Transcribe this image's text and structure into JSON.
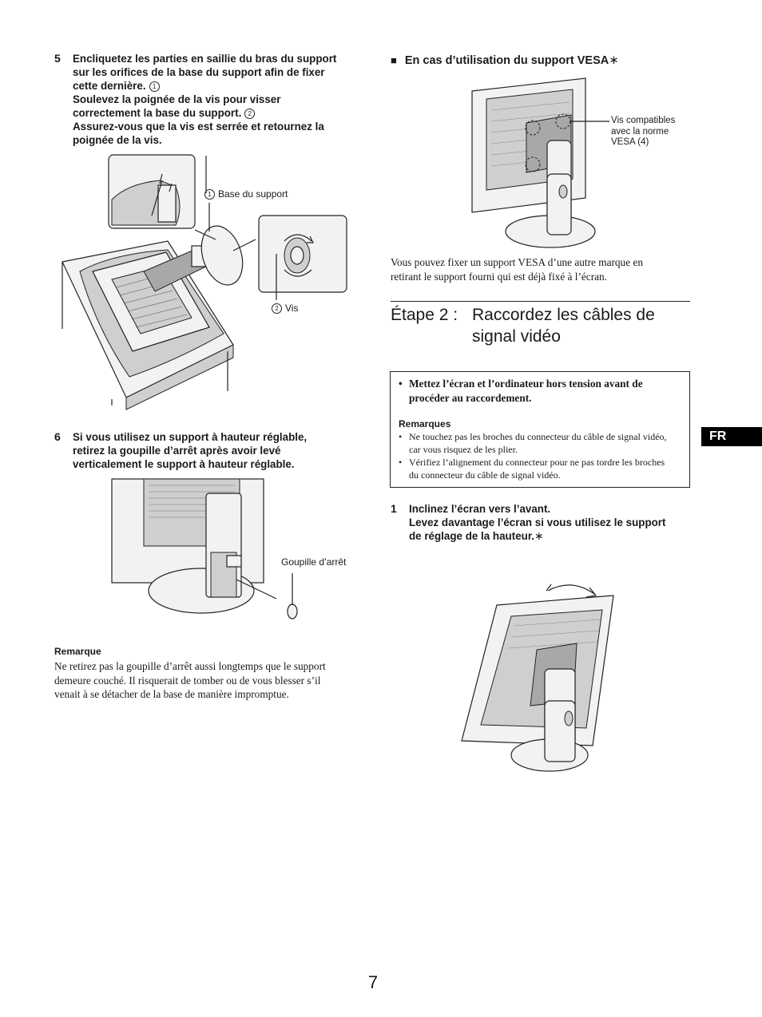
{
  "left": {
    "step5": {
      "number": "5",
      "lines": [
        "Encliquetez les parties en saillie du bras du support",
        "sur les orifices de la base du support afin de fixer",
        "cette dernière.",
        "Soulevez la poignée de la vis pour visser",
        "correctement la base du support.",
        "Assurez-vous que la vis est serrée et retournez la",
        "poignée de la vis."
      ],
      "marker1": "1",
      "marker2": "2",
      "callout_base": "Base du support",
      "callout_vis": "Vis",
      "callout_marker1": "1",
      "callout_marker2": "2"
    },
    "step6": {
      "number": "6",
      "lines": [
        "Si vous utilisez un support à hauteur réglable,",
        "retirez la goupille d’arrêt après avoir levé",
        "verticalement le support à hauteur réglable."
      ],
      "callout_pin": "Goupille d’arrêt"
    },
    "remark": {
      "title": "Remarque",
      "lines": [
        "Ne retirez pas la goupille d’arrêt aussi longtemps que le support",
        "demeure couché. Il risquerait de tomber ou de vous blesser s’il",
        "venait à se détacher de la base de manière impromptue."
      ]
    }
  },
  "right": {
    "vesa": {
      "bullet": "■",
      "heading": "En cas d’utilisation du support VESA",
      "asterisk": "∗",
      "callout_lines": [
        "Vis compatibles",
        "avec la norme",
        "VESA (4)"
      ],
      "body_lines": [
        "Vous pouvez fixer un support VESA d’une autre marque en",
        "retirant le support fourni qui est déjà fixé à l’écran."
      ]
    },
    "etape": {
      "prefix": "Étape 2 :",
      "title_line1": "Raccordez les câbles de",
      "title_line2": "signal vidéo"
    },
    "notice": {
      "bullet": "•",
      "warning_lines": [
        "Mettez l’écran et l’ordinateur hors tension avant de",
        "procéder au raccordement."
      ],
      "remarks_title": "Remarques",
      "remark1_lines": [
        "Ne touchez pas les broches du connecteur du câble de signal vidéo,",
        "car vous risquez de les plier."
      ],
      "remark2_lines": [
        "Vérifiez l’alignement du connecteur pour ne pas tordre les broches",
        "du connecteur du câble de signal vidéo."
      ]
    },
    "step1": {
      "number": "1",
      "lines": [
        "Inclinez l’écran vers l’avant.",
        "Levez davantage l’écran si vous utilisez le support",
        "de réglage de la hauteur."
      ],
      "asterisk": "∗"
    }
  },
  "language_tab": "FR",
  "page_number": "7"
}
